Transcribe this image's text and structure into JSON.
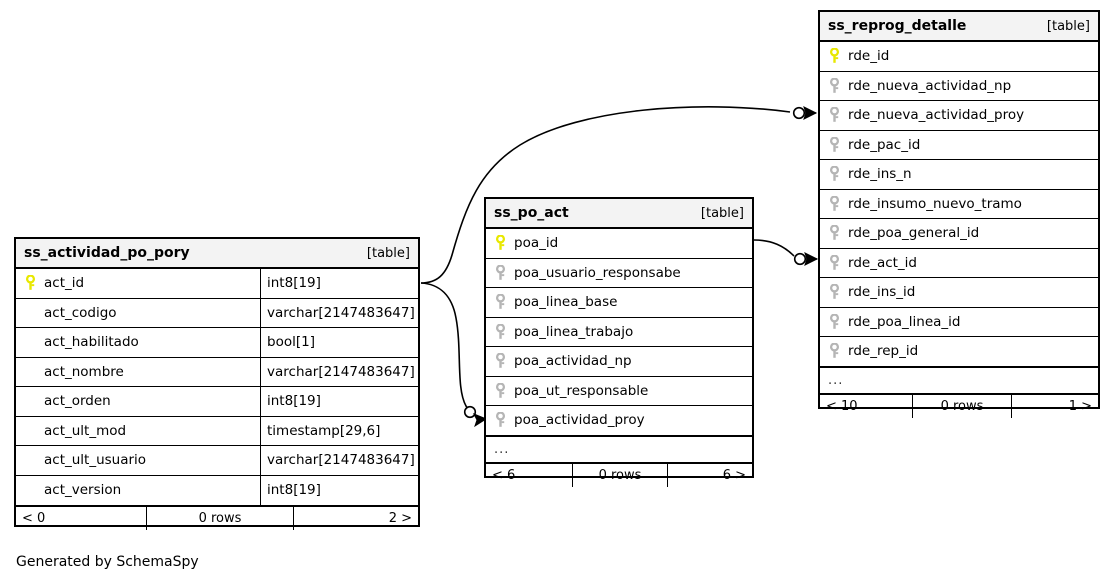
{
  "diagram": {
    "kind": "database-schema-er-diagram",
    "generator_credit": "Generated by SchemaSpy",
    "table_tag": "[table]",
    "ellipsis": "...",
    "colors": {
      "primary_key_icon": "#e8e800",
      "foreign_key_icon": "#b5b5b5",
      "table_border": "#000000",
      "header_background": "#f3f3f3",
      "page_background": "#ffffff",
      "connector_line": "#000000"
    }
  },
  "tables": [
    {
      "id": "ss_actividad_po_pory",
      "name": "ss_actividad_po_pory",
      "tag": "[table]",
      "columns": [
        {
          "name": "act_id",
          "type": "int8[19]",
          "key": "primary"
        },
        {
          "name": "act_codigo",
          "type": "varchar[2147483647]",
          "key": "none"
        },
        {
          "name": "act_habilitado",
          "type": "bool[1]",
          "key": "none"
        },
        {
          "name": "act_nombre",
          "type": "varchar[2147483647]",
          "key": "none"
        },
        {
          "name": "act_orden",
          "type": "int8[19]",
          "key": "none"
        },
        {
          "name": "act_ult_mod",
          "type": "timestamp[29,6]",
          "key": "none"
        },
        {
          "name": "act_ult_usuario",
          "type": "varchar[2147483647]",
          "key": "none"
        },
        {
          "name": "act_version",
          "type": "int8[19]",
          "key": "none"
        }
      ],
      "has_ellipsis_row": false,
      "footer": {
        "left": "< 0",
        "middle": "0 rows",
        "right": "2 >"
      }
    },
    {
      "id": "ss_po_act",
      "name": "ss_po_act",
      "tag": "[table]",
      "columns": [
        {
          "name": "poa_id",
          "type": "",
          "key": "primary"
        },
        {
          "name": "poa_usuario_responsabe",
          "type": "",
          "key": "foreign"
        },
        {
          "name": "poa_linea_base",
          "type": "",
          "key": "foreign"
        },
        {
          "name": "poa_linea_trabajo",
          "type": "",
          "key": "foreign"
        },
        {
          "name": "poa_actividad_np",
          "type": "",
          "key": "foreign"
        },
        {
          "name": "poa_ut_responsable",
          "type": "",
          "key": "foreign"
        },
        {
          "name": "poa_actividad_proy",
          "type": "",
          "key": "foreign"
        }
      ],
      "has_ellipsis_row": true,
      "footer": {
        "left": "< 6",
        "middle": "0 rows",
        "right": "6 >"
      }
    },
    {
      "id": "ss_reprog_detalle",
      "name": "ss_reprog_detalle",
      "tag": "[table]",
      "columns": [
        {
          "name": "rde_id",
          "type": "",
          "key": "primary"
        },
        {
          "name": "rde_nueva_actividad_np",
          "type": "",
          "key": "foreign"
        },
        {
          "name": "rde_nueva_actividad_proy",
          "type": "",
          "key": "foreign"
        },
        {
          "name": "rde_pac_id",
          "type": "",
          "key": "foreign"
        },
        {
          "name": "rde_ins_n",
          "type": "",
          "key": "foreign"
        },
        {
          "name": "rde_insumo_nuevo_tramo",
          "type": "",
          "key": "foreign"
        },
        {
          "name": "rde_poa_general_id",
          "type": "",
          "key": "foreign"
        },
        {
          "name": "rde_act_id",
          "type": "",
          "key": "foreign"
        },
        {
          "name": "rde_ins_id",
          "type": "",
          "key": "foreign"
        },
        {
          "name": "rde_poa_linea_id",
          "type": "",
          "key": "foreign"
        },
        {
          "name": "rde_rep_id",
          "type": "",
          "key": "foreign"
        }
      ],
      "has_ellipsis_row": true,
      "footer": {
        "left": "< 10",
        "middle": "0 rows",
        "right": "1 >"
      }
    }
  ],
  "relationships": [
    {
      "id": "act_to_rde_nueva_actividad_proy",
      "from_table": "ss_actividad_po_pory",
      "from_column": "act_id",
      "to_table": "ss_reprog_detalle",
      "to_column": "rde_nueva_actividad_proy",
      "cardinality": "zero-or-many"
    },
    {
      "id": "act_to_poa_actividad_proy",
      "from_table": "ss_actividad_po_pory",
      "from_column": "act_id",
      "to_table": "ss_po_act",
      "to_column": "poa_actividad_proy",
      "cardinality": "zero-or-many"
    },
    {
      "id": "poa_to_rde_act_id",
      "from_table": "ss_po_act",
      "from_column": "poa_id",
      "to_table": "ss_reprog_detalle",
      "to_column": "rde_act_id",
      "cardinality": "zero-or-many"
    }
  ]
}
